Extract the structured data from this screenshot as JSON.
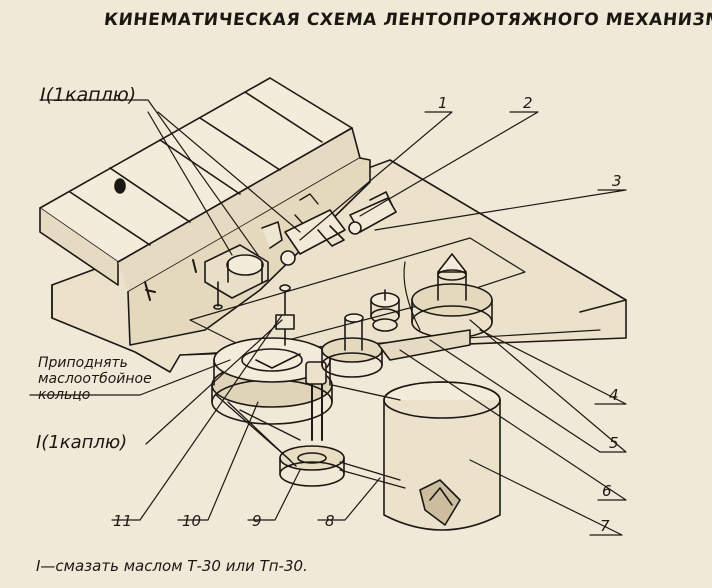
{
  "title": "КИНЕМАТИЧЕСКАЯ СХЕМА ЛЕНТОПРОТЯЖНОГО МЕХАНИЗМА",
  "lubrication_label_top": "I(1каплю)",
  "lubrication_label_bottom": "I(1каплю)",
  "instruction": [
    "Приподнять",
    "маслоотбойное",
    "кольцо"
  ],
  "callouts": [
    "1",
    "2",
    "3",
    "4",
    "5",
    "6",
    "7",
    "8",
    "9",
    "10",
    "11"
  ],
  "footer": "I—смазать маслом Т-30 или Тп-30."
}
